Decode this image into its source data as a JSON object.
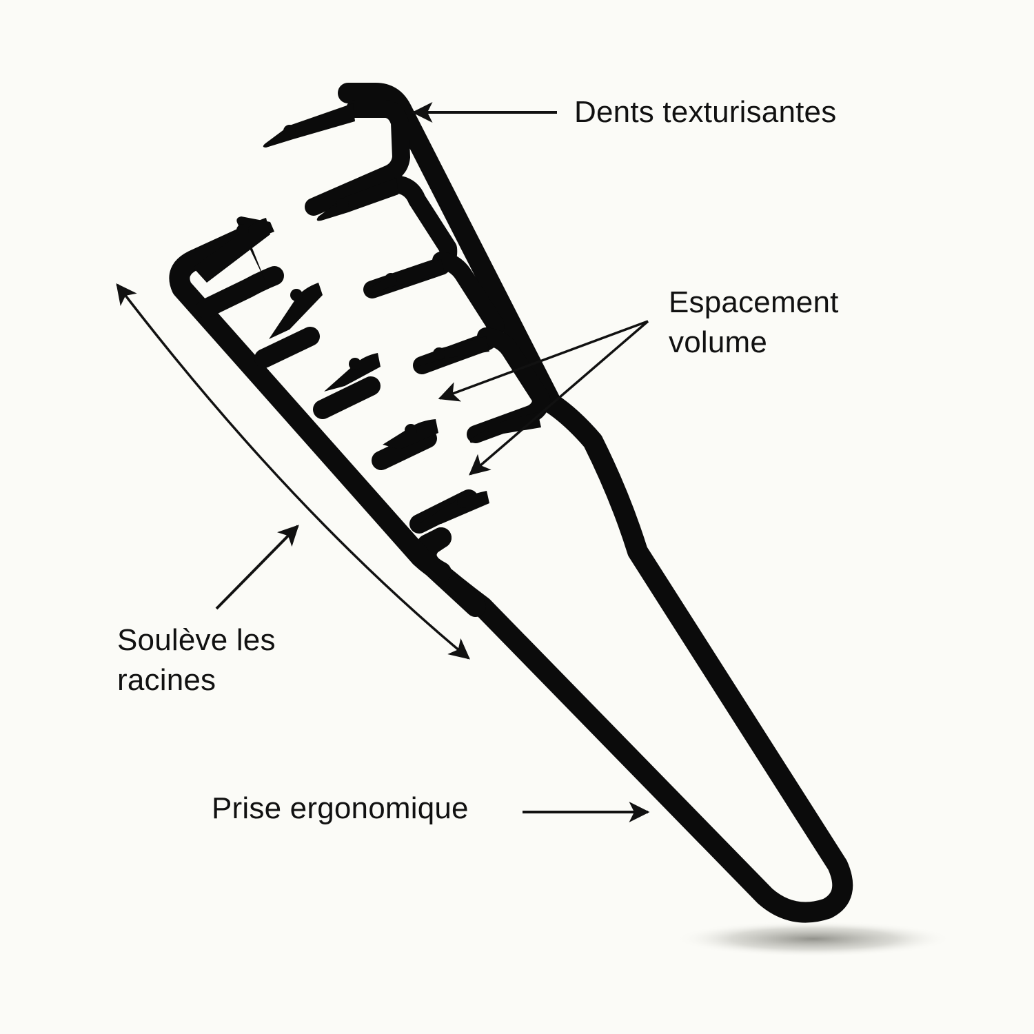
{
  "diagram": {
    "subject": "Peigne texturisant (comb)",
    "colors": {
      "background": "#fbfbf7",
      "comb": "#0b0b0b",
      "text": "#111111",
      "arrow": "#111111",
      "shadow": "#8f8f86"
    },
    "annotations": [
      {
        "id": "teeth",
        "lines": [
          "Dents texturisantes"
        ],
        "points_to": "comb-top-frame"
      },
      {
        "id": "spacing",
        "lines": [
          "Espacement",
          "volume"
        ],
        "points_to": "gaps-between-teeth"
      },
      {
        "id": "roots",
        "lines": [
          "Soulève les",
          "racines"
        ],
        "points_to": "comb-spine-curve"
      },
      {
        "id": "grip",
        "lines": [
          "Prise ergonomique"
        ],
        "points_to": "handle"
      }
    ],
    "comb_parts": {
      "tooth_rows": 6,
      "teeth_count": 11,
      "slots": 5,
      "handle": "loop"
    }
  }
}
